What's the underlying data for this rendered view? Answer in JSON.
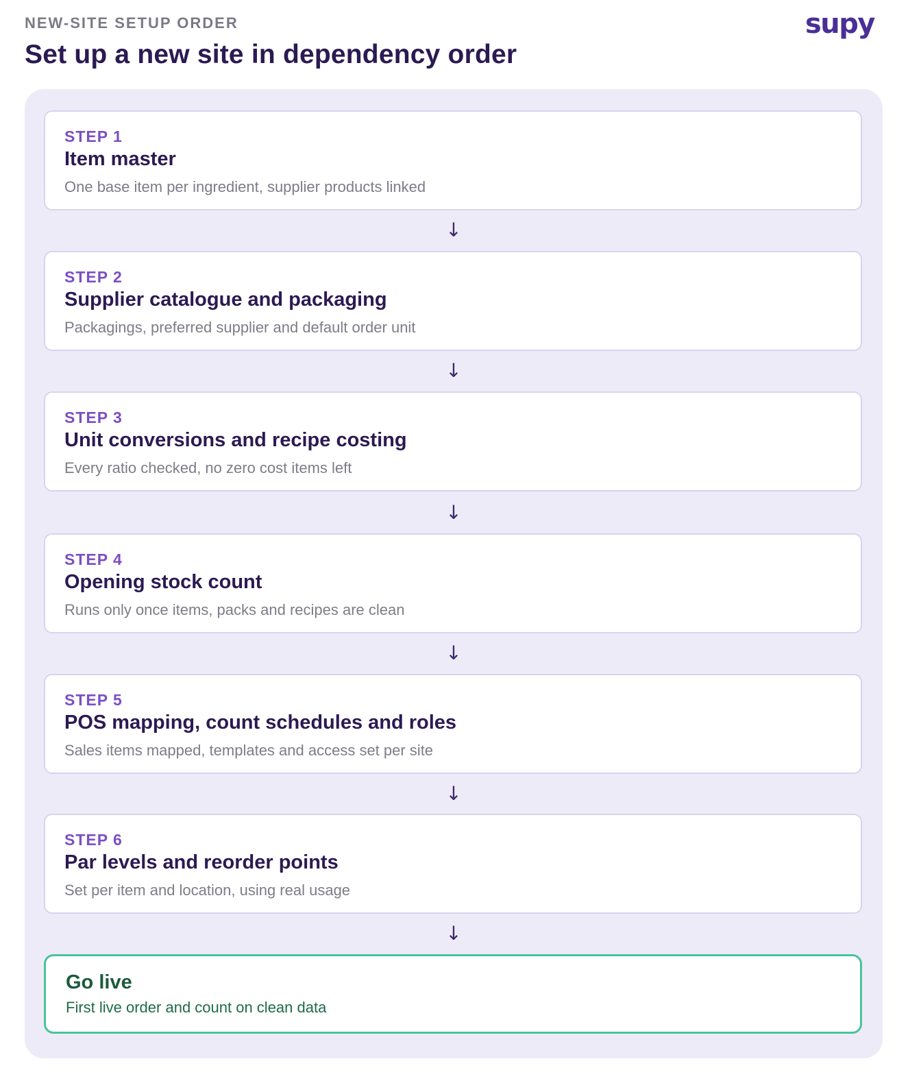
{
  "header": {
    "eyebrow": "NEW-SITE SETUP ORDER",
    "title": "Set up a new site in dependency order",
    "logo_text": "supy"
  },
  "flow": {
    "arrow_glyph": "↓",
    "steps": [
      {
        "label": "STEP 1",
        "title": "Item master",
        "description": "One base item per ingredient, supplier products linked"
      },
      {
        "label": "STEP 2",
        "title": "Supplier catalogue and packaging",
        "description": "Packagings, preferred supplier and default order unit"
      },
      {
        "label": "STEP 3",
        "title": "Unit conversions and recipe costing",
        "description": "Every ratio checked, no zero cost items left"
      },
      {
        "label": "STEP 4",
        "title": "Opening stock count",
        "description": "Runs only once items, packs and recipes are clean"
      },
      {
        "label": "STEP 5",
        "title": "POS mapping, count schedules and roles",
        "description": "Sales items mapped, templates and access set per site"
      },
      {
        "label": "STEP 6",
        "title": "Par levels and reorder points",
        "description": "Set per item and location, using real usage"
      }
    ],
    "final": {
      "title": "Go live",
      "description": "First live order and count on clean data"
    }
  },
  "colors": {
    "panel_background": "#eeebf8",
    "step_label": "#7b4fc4",
    "title": "#2b1a52",
    "go_live_border": "#48c49a",
    "go_live_text": "#1c5a3d",
    "logo": "#4a2f97"
  }
}
